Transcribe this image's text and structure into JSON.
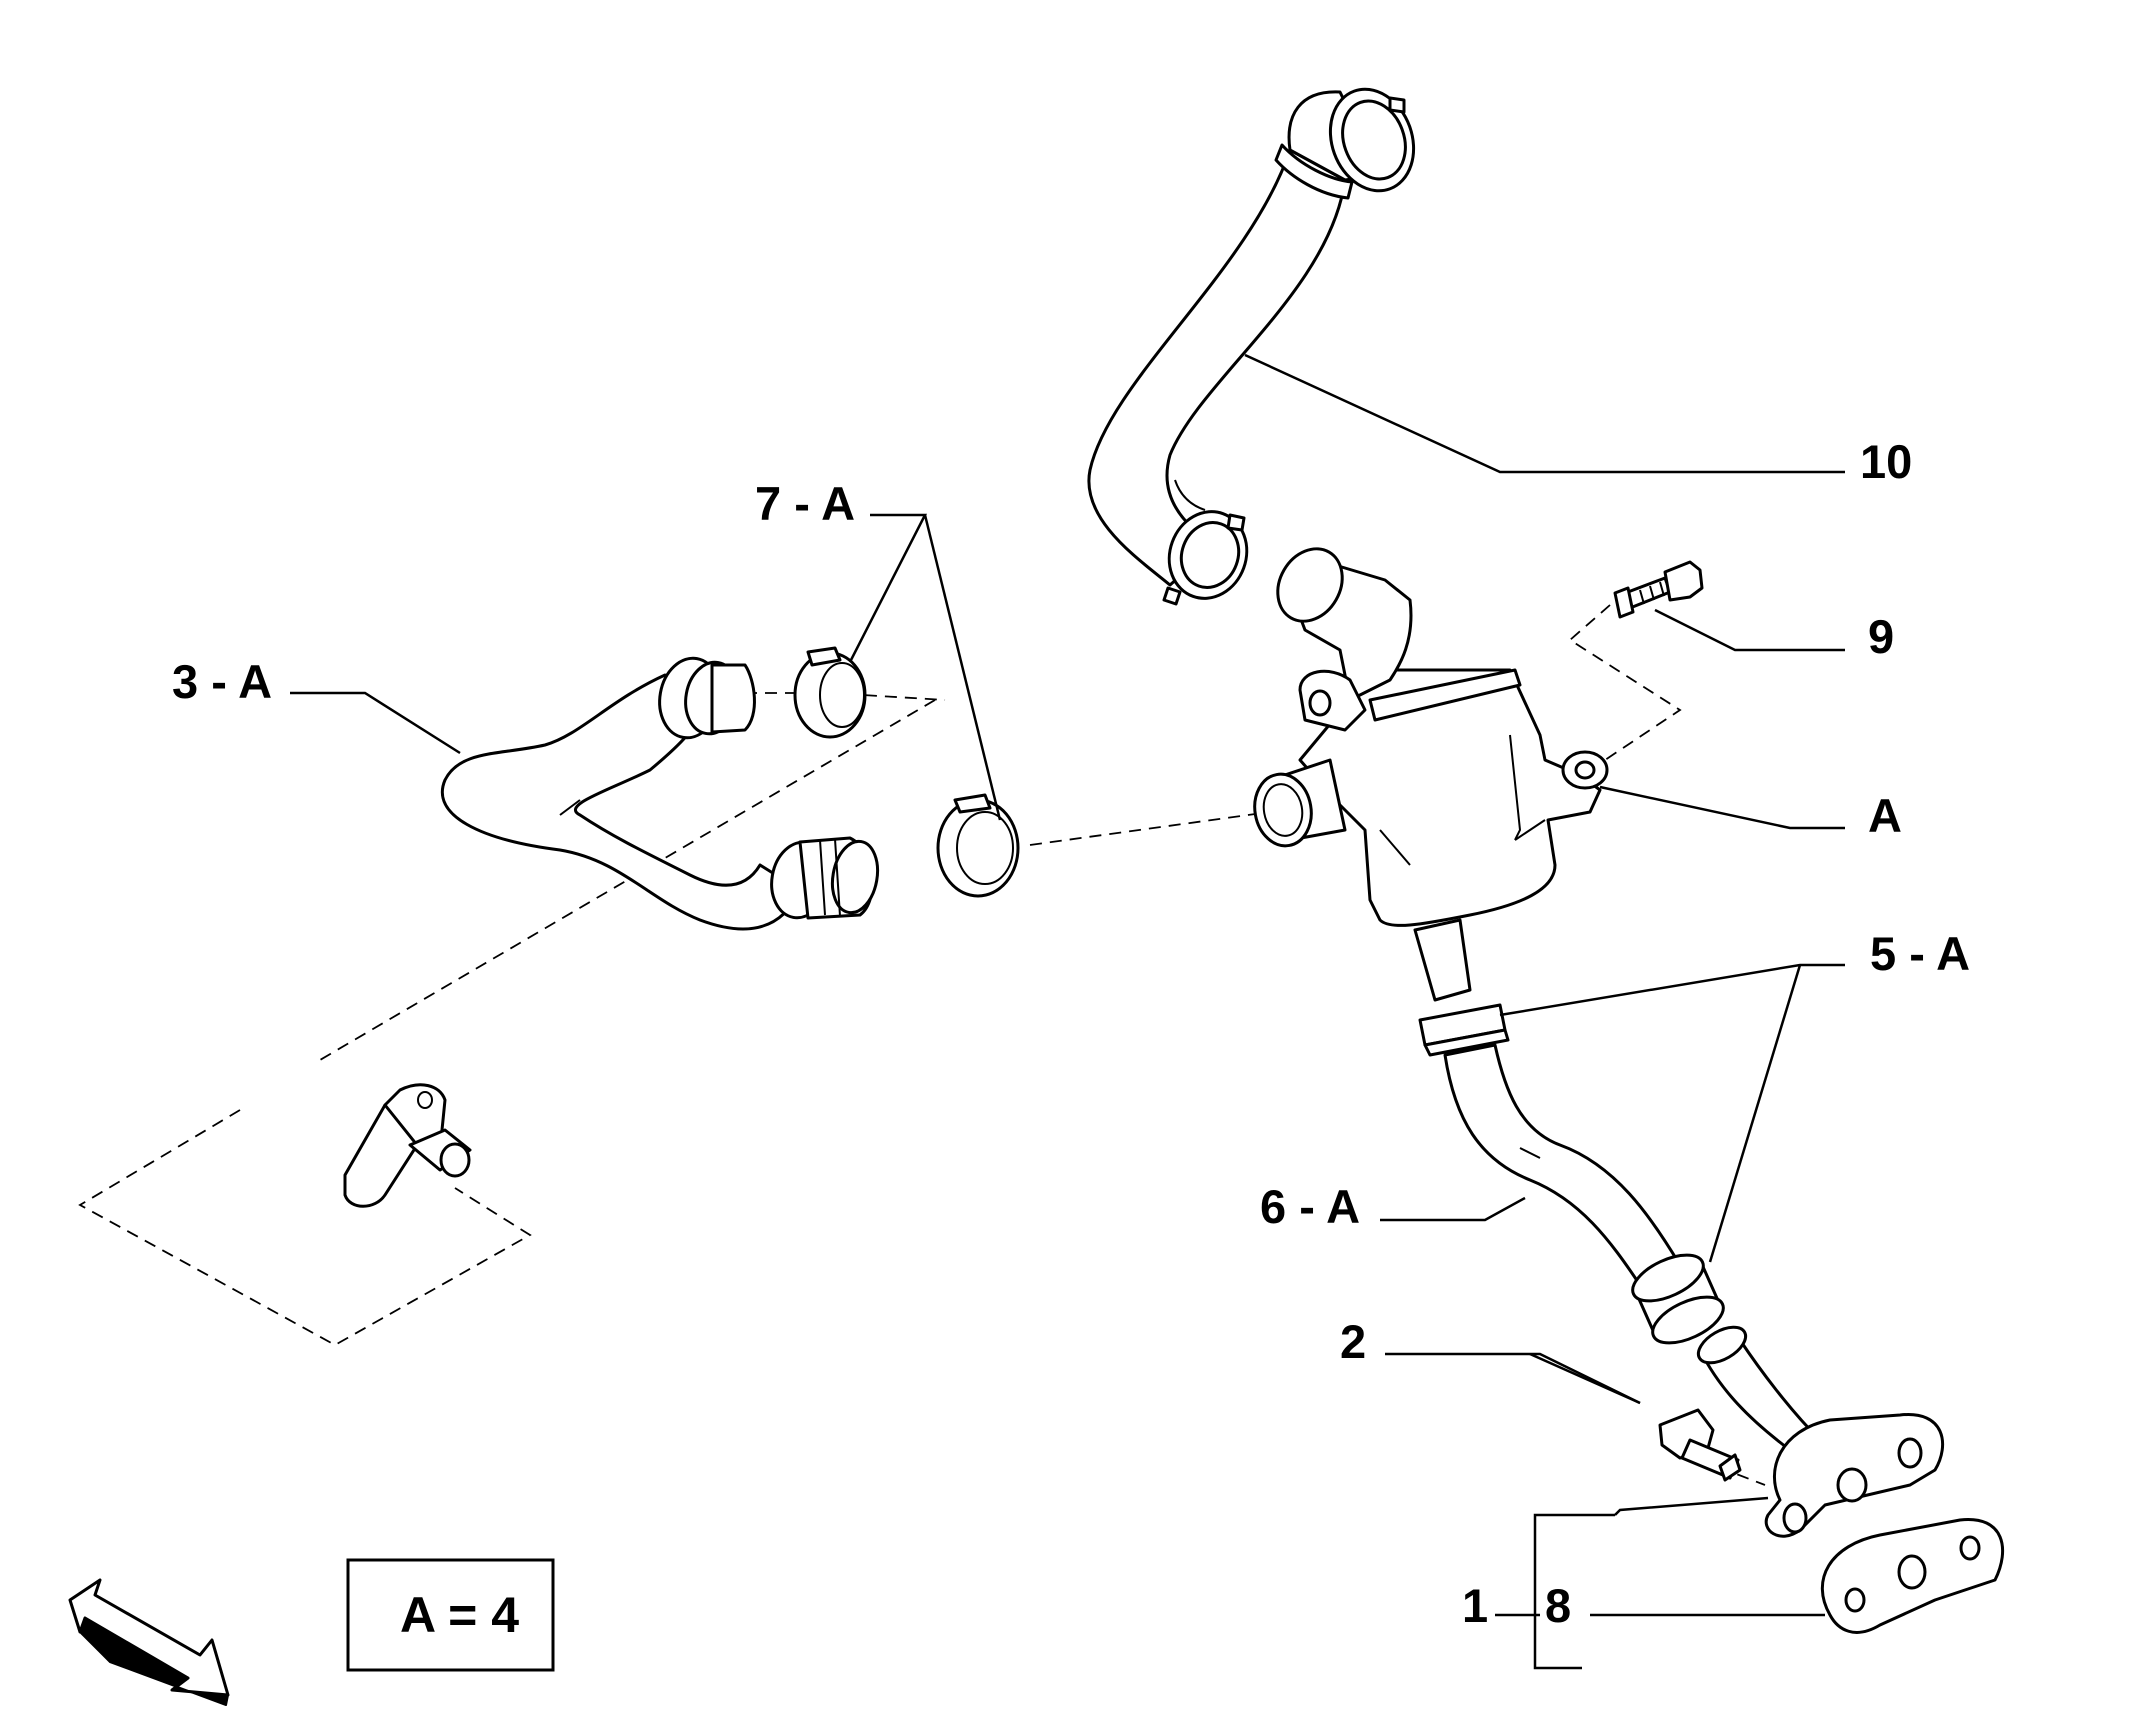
{
  "callouts": {
    "c10": "10",
    "c9": "9",
    "cA": "A",
    "c5A": "5 - A",
    "c6A": "6 - A",
    "c7A": "7 - A",
    "c3A": "3 - A",
    "c2": "2",
    "c1": "1",
    "c8": "8"
  },
  "legend": {
    "text": "A = 4"
  },
  "icons": {
    "orientation": "orientation-arrow-icon"
  }
}
